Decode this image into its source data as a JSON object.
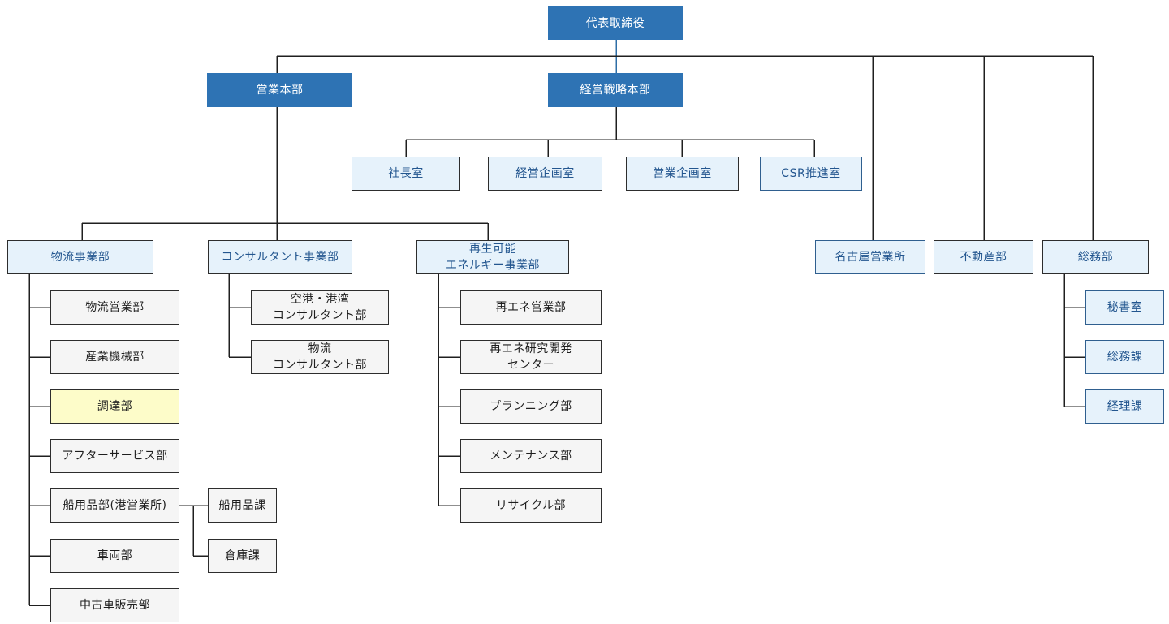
{
  "org": {
    "ceo": "代表取締役",
    "sales_hq": "営業本部",
    "strategy_hq": "経営戦略本部",
    "president_office": "社長室",
    "planning_office": "経営企画室",
    "sales_planning_office": "営業企画室",
    "csr_office": "CSR推進室",
    "logistics_div": "物流事業部",
    "consulting_div": "コンサルタント事業部",
    "renewable_div": "再生可能\nエネルギー事業部",
    "nagoya_office": "名古屋営業所",
    "real_estate": "不動産部",
    "general_affairs": "総務部",
    "logistics_units": [
      "物流営業部",
      "産業機械部",
      "調達部",
      "アフターサービス部",
      "船用品部(港営業所)",
      "車両部",
      "中古車販売部"
    ],
    "marine_units": [
      "船用品課",
      "倉庫課"
    ],
    "consulting_units": [
      "空港・港湾\nコンサルタント部",
      "物流\nコンサルタント部"
    ],
    "renewable_units": [
      "再エネ営業部",
      "再エネ研究開発\nセンター",
      "プランニング部",
      "メンテナンス部",
      "リサイクル部"
    ],
    "general_units": [
      "秘書室",
      "総務課",
      "経理課"
    ]
  },
  "colors": {
    "top_fill": "#2e73b4",
    "light_fill": "#e6f2fb",
    "gray_fill": "#f5f5f5",
    "highlight_fill": "#fdfcc9",
    "line": "#1f1f1f"
  }
}
